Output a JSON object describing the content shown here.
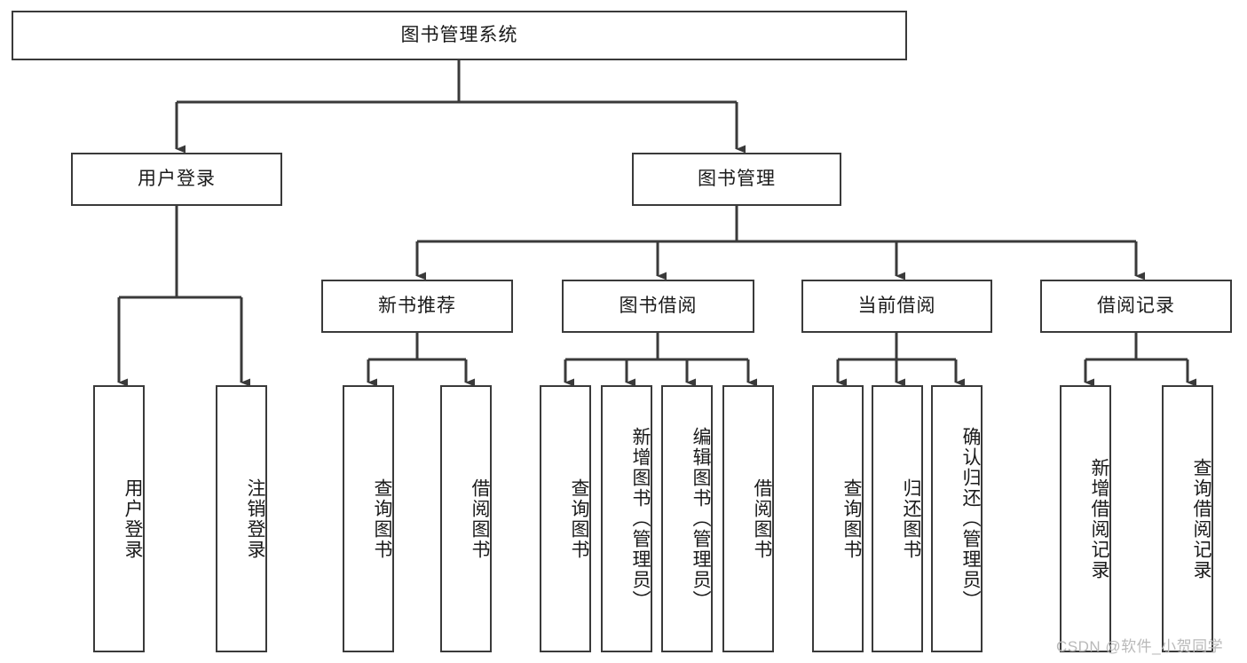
{
  "diagram": {
    "type": "tree-hierarchy-chart",
    "title": "图书管理系统",
    "levels": 4,
    "colors": {
      "node_border": "#3a3a3a",
      "node_fill": "#ffffff",
      "edge": "#3a3a3a",
      "text": "#1a1a1a",
      "watermark": "#b9b9b9",
      "background": "#ffffff"
    }
  },
  "root": {
    "label": "图书管理系统"
  },
  "level2": [
    {
      "id": "user-login",
      "label": "用户登录"
    },
    {
      "id": "book-management",
      "label": "图书管理"
    }
  ],
  "level3": [
    {
      "id": "new-book-recommend",
      "label": "新书推荐",
      "parent": "book-management"
    },
    {
      "id": "book-borrow",
      "label": "图书借阅",
      "parent": "book-management"
    },
    {
      "id": "current-borrow",
      "label": "当前借阅",
      "parent": "book-management"
    },
    {
      "id": "borrow-record",
      "label": "借阅记录",
      "parent": "book-management"
    }
  ],
  "leaves": {
    "user-login": [
      {
        "id": "leaf-user-login",
        "label": "用户登录"
      },
      {
        "id": "leaf-logout-login",
        "label": "注销登录"
      }
    ],
    "new-book-recommend": [
      {
        "id": "leaf-query-book-1",
        "label": "查询图书"
      },
      {
        "id": "leaf-borrow-book-1",
        "label": "借阅图书"
      }
    ],
    "book-borrow": [
      {
        "id": "leaf-query-book-2",
        "label": "查询图书"
      },
      {
        "id": "leaf-add-book",
        "label": "新增图书（管理员）"
      },
      {
        "id": "leaf-edit-book",
        "label": "编辑图书（管理员）"
      },
      {
        "id": "leaf-borrow-book-2",
        "label": "借阅图书"
      }
    ],
    "current-borrow": [
      {
        "id": "leaf-query-book-3",
        "label": "查询图书"
      },
      {
        "id": "leaf-return-book",
        "label": "归还图书"
      },
      {
        "id": "leaf-confirm-return",
        "label": "确认归还（管理员）"
      }
    ],
    "borrow-record": [
      {
        "id": "leaf-add-record",
        "label": "新增借阅记录"
      },
      {
        "id": "leaf-query-record",
        "label": "查询借阅记录"
      }
    ]
  },
  "watermark": {
    "text": "CSDN @软件_小贺同学"
  }
}
